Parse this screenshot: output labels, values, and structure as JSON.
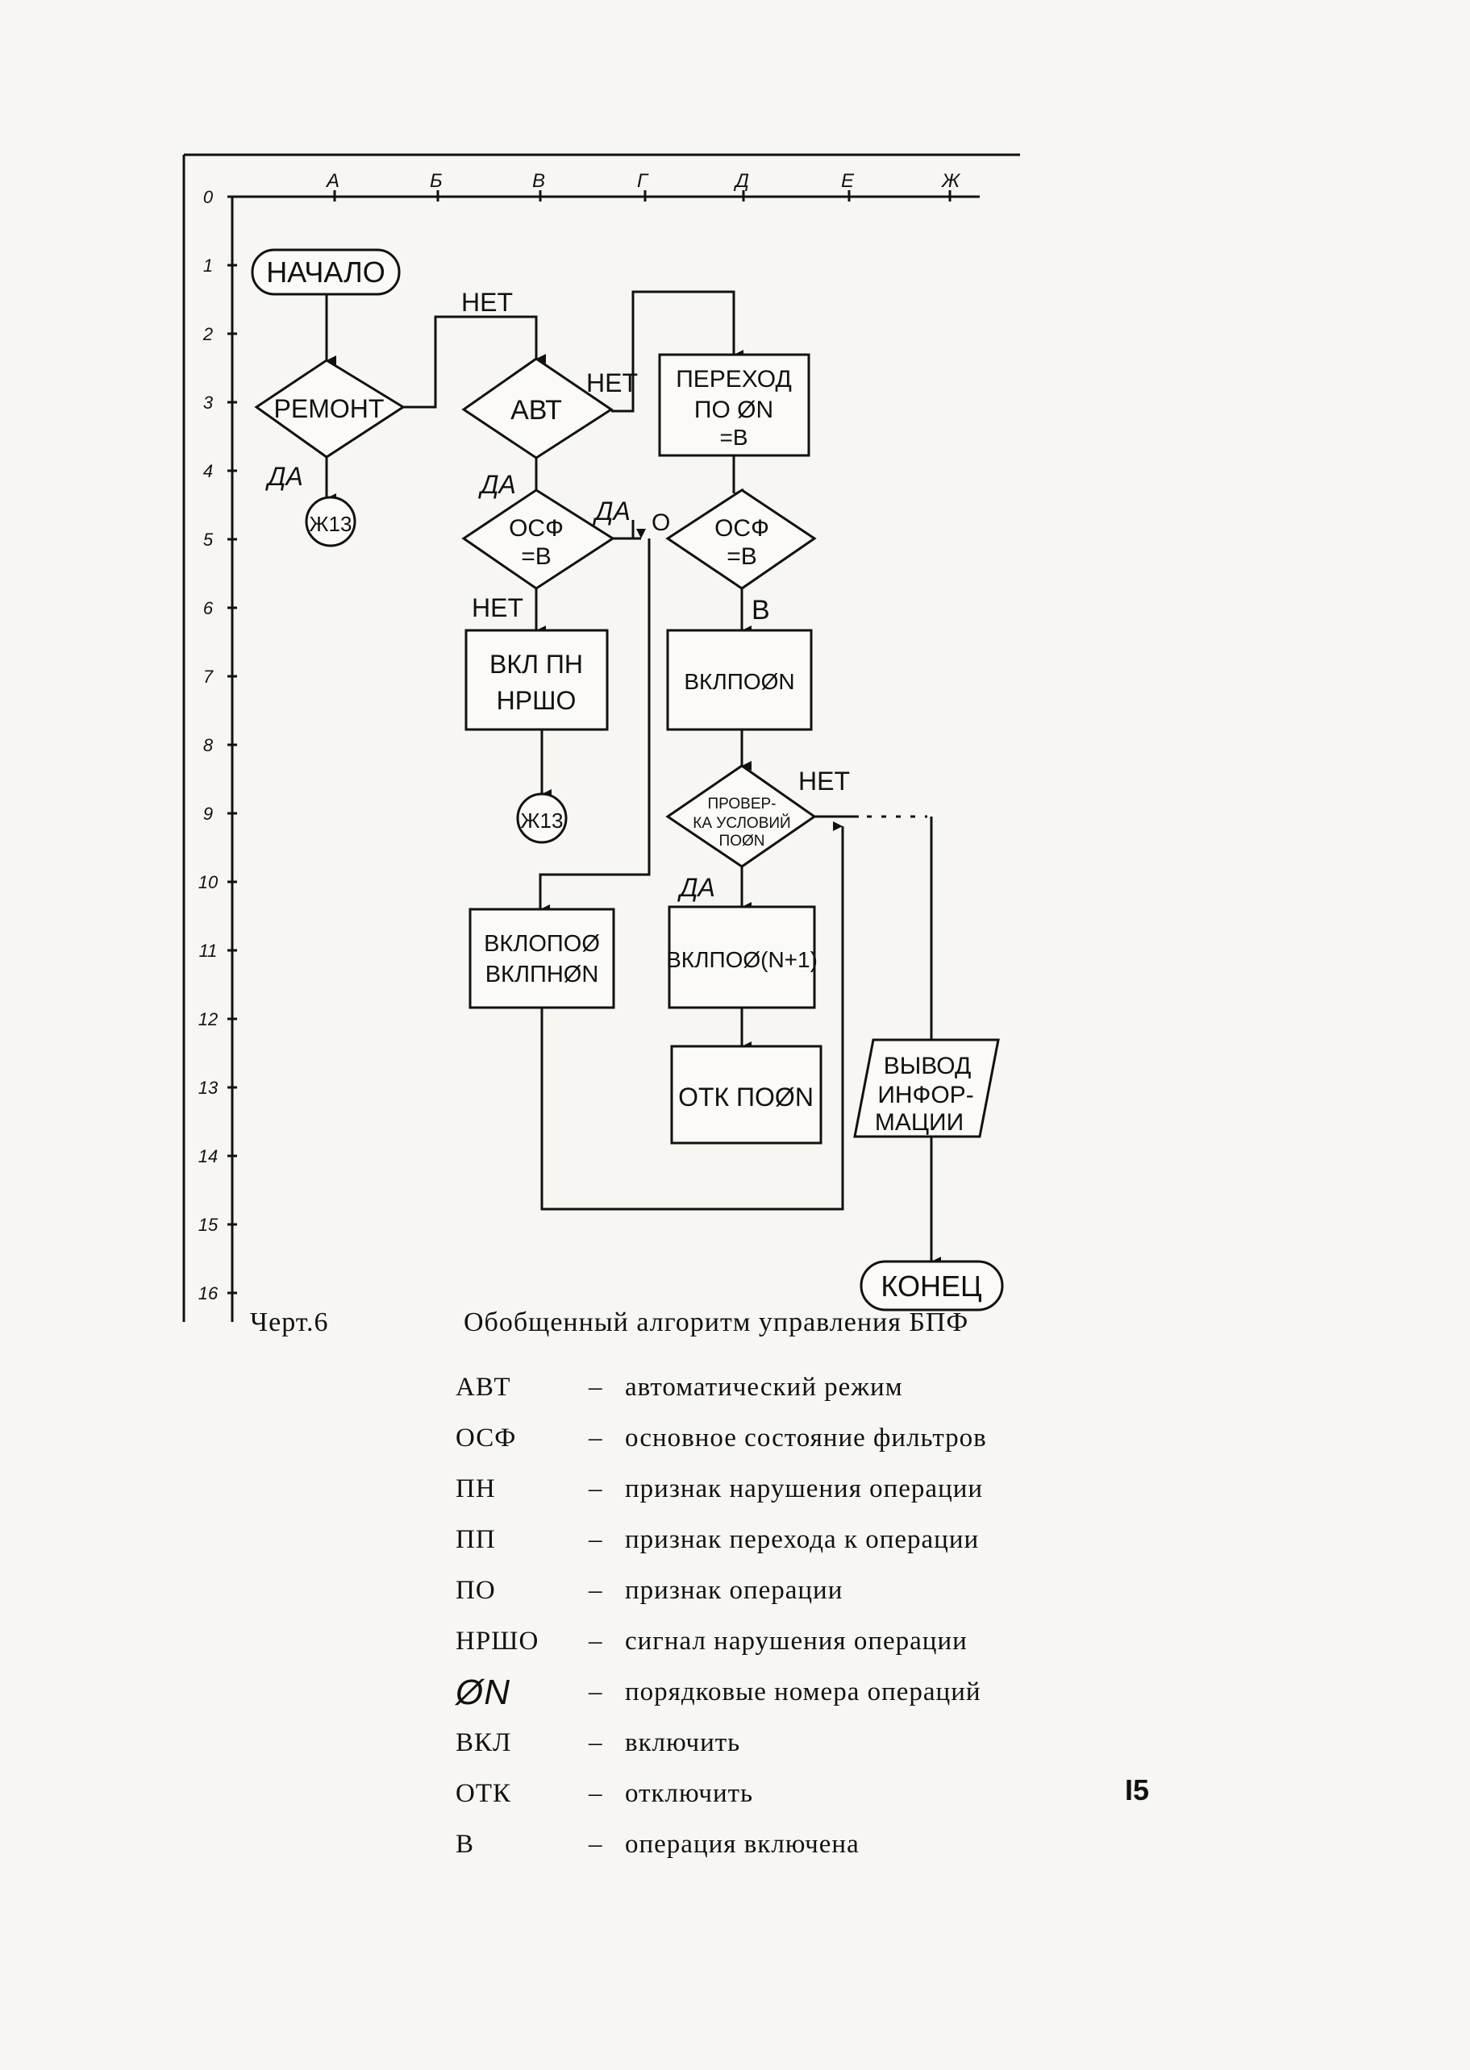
{
  "grid": {
    "columns": [
      "А",
      "Б",
      "В",
      "Г",
      "Д",
      "Е",
      "Ж"
    ],
    "rows": [
      "0",
      "1",
      "2",
      "3",
      "4",
      "5",
      "6",
      "7",
      "8",
      "9",
      "10",
      "11",
      "12",
      "13",
      "14",
      "15",
      "16"
    ]
  },
  "flowchart": {
    "start": "НАЧАЛО",
    "remont": "РЕМОНТ",
    "avt": "АВТ",
    "osf1": [
      "ОСФ",
      "=В"
    ],
    "perehod": [
      "ПЕРЕХОД",
      "ПО ØN",
      "=В"
    ],
    "osf2": [
      "ОСФ",
      "=В"
    ],
    "vkl_pn": [
      "ВКЛ ПН",
      "НРШО"
    ],
    "vkl_po": "ВКЛПОØN",
    "check": [
      "ПРОВЕР-",
      "КА УСЛОВИЙ",
      "ПОØN"
    ],
    "vkl_poo": [
      "ВКЛОПОØ",
      "ВКЛПНØN"
    ],
    "vkl_next": "ВКЛПОØ(N+1)",
    "otk": "ОТК ПОØN",
    "output": [
      "ВЫВОД",
      "ИНФОР-",
      "МАЦИИ"
    ],
    "end": "КОНЕЦ",
    "connector1": "Ж13",
    "connector2": "Ж13",
    "labels": {
      "da_remont": "ДА",
      "net_remont": "НЕТ",
      "net_avt": "НЕТ",
      "da_avt": "ДА",
      "da_osf1": "ДА",
      "net_osf1": "НЕТ",
      "o_osf2": "О",
      "v_osf2": "В",
      "net_check": "НЕТ",
      "da_check": "ДА"
    }
  },
  "caption": {
    "figure": "Черт.6",
    "title": "Обобщенный алгоритм управления БПФ"
  },
  "legend": [
    {
      "abbr": "АВТ",
      "dash": "–",
      "desc": "автоматический режим"
    },
    {
      "abbr": "ОСФ",
      "dash": "–",
      "desc": "основное состояние фильтров"
    },
    {
      "abbr": "ПН",
      "dash": "–",
      "desc": "признак нарушения операции"
    },
    {
      "abbr": "ПП",
      "dash": "–",
      "desc": "признак перехода к операции"
    },
    {
      "abbr": "ПО",
      "dash": "–",
      "desc": "признак операции"
    },
    {
      "abbr": "НРШО",
      "dash": "–",
      "desc": "сигнал нарушения операции"
    },
    {
      "abbr": "ØN",
      "dash": "–",
      "desc": "порядковые номера операций"
    },
    {
      "abbr": "ВКЛ",
      "dash": "–",
      "desc": "включить"
    },
    {
      "abbr": "ОТК",
      "dash": "–",
      "desc": "отключить"
    },
    {
      "abbr": "В",
      "dash": "–",
      "desc": "операция включена"
    }
  ],
  "page_number": "I5"
}
